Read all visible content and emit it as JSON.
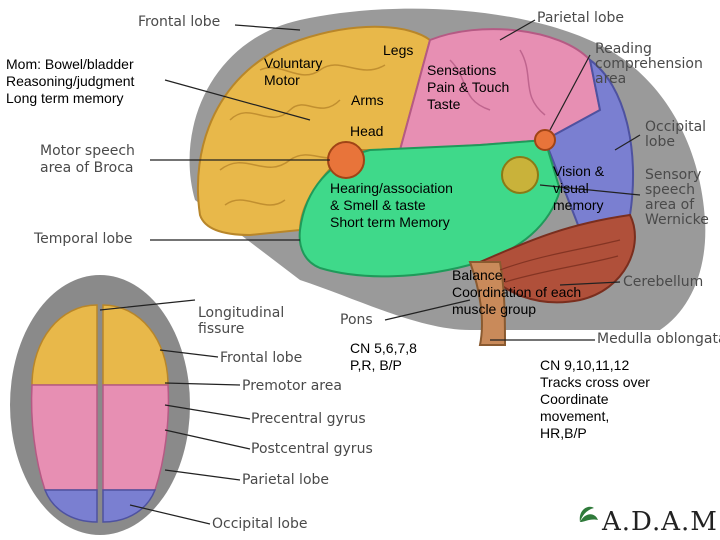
{
  "colors": {
    "frontal": "#e8b84a",
    "parietal": "#e78fb3",
    "occipital": "#7a7fd1",
    "temporal": "#3fd98a",
    "cerebellum": "#b0503a",
    "brainstem": "#c98a5a",
    "node": "#e8743a",
    "skull": "#8a8a8a"
  },
  "labels": {
    "frontal_lobe": "Frontal lobe",
    "parietal_lobe": "Parietal lobe",
    "reading_area": "Reading\ncomprehension\narea",
    "occipital_lobe": "Occipital\nlobe",
    "motor_speech": "Motor speech\narea of Broca",
    "sensory_speech": "Sensory\nspeech\narea of\nWernicke",
    "temporal_lobe": "Temporal lobe",
    "cerebellum": "Cerebellum",
    "pons": "Pons",
    "medulla": "Medulla oblongata",
    "longitudinal_fissure": "Longitudinal\nfissure",
    "frontal_lobe_top": "Frontal lobe",
    "premotor_area": "Premotor area",
    "precentral_gyrus": "Precentral gyrus",
    "postcentral_gyrus": "Postcentral gyrus",
    "parietal_lobe_top": "Parietal lobe",
    "occipital_lobe_top": "Occipital lobe"
  },
  "notes": {
    "mom": "Mom: Bowel/bladder\nReasoning/judgment\nLong term memory",
    "voluntary_motor": "Voluntary\nMotor",
    "legs": "Legs",
    "arms": "Arms",
    "head": "Head",
    "sensations": "Sensations\nPain & Touch\nTaste",
    "vision": "Vision &\nvisual\nmemory",
    "hearing": "Hearing/association\n& Smell & taste\nShort term Memory",
    "balance": "Balance,\nCoordination of each\nmuscle group",
    "cn_pons": "CN 5,6,7,8\nP,R, B/P",
    "cn_medulla": "CN 9,10,11,12\nTracks cross over\nCoordinate\nmovement,\nHR,B/P"
  },
  "logo_text": "A.D.A.M."
}
